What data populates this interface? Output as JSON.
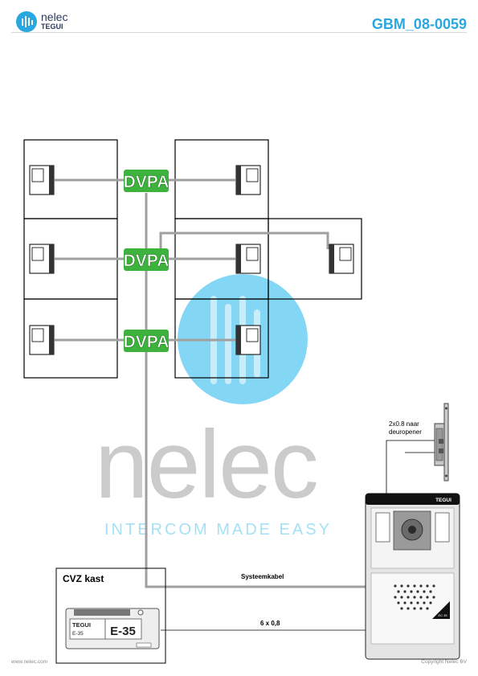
{
  "header": {
    "logo_brand": "nelec",
    "logo_sub": "TEGUI",
    "doc_id": "GBM_08-0059"
  },
  "diagram": {
    "amplifier_label": "DVPA",
    "cabinet_title": "CVZ kast",
    "psu_brand": "TEGUI",
    "psu_model": "E-35",
    "psu_model_small": "E-35",
    "system_cable_label": "Systeemkabel",
    "wire_6_label": "6 x 0,8",
    "lock_wire_label_line1": "2x0.8 naar",
    "lock_wire_label_line2": "deuropener",
    "panel_brand": "TEGUI",
    "panel_badge": "EC 35"
  },
  "watermark": {
    "word": "nelec",
    "tagline": "INTERCOM MADE EASY"
  },
  "footer": {
    "website": "www.nelec.com",
    "copyright": "Copyright Nelec BV"
  },
  "colors": {
    "accent_blue": "#2aa7df",
    "dvpa_green": "#3db23d",
    "cable_gray": "#a0a0a0"
  }
}
